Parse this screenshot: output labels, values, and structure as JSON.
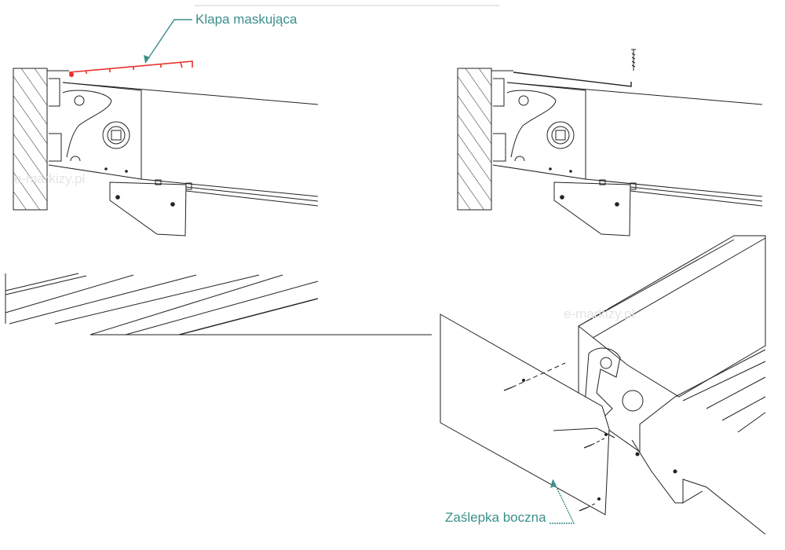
{
  "labels": {
    "flap": "Klapa maskująca",
    "side_cap": "Zaślepka boczna"
  },
  "watermarks": [
    "e-markizy.pl",
    "e-markizy.pl"
  ],
  "colors": {
    "label": "#3a8f8a",
    "highlight": "#e8322b",
    "line": "#222222"
  }
}
